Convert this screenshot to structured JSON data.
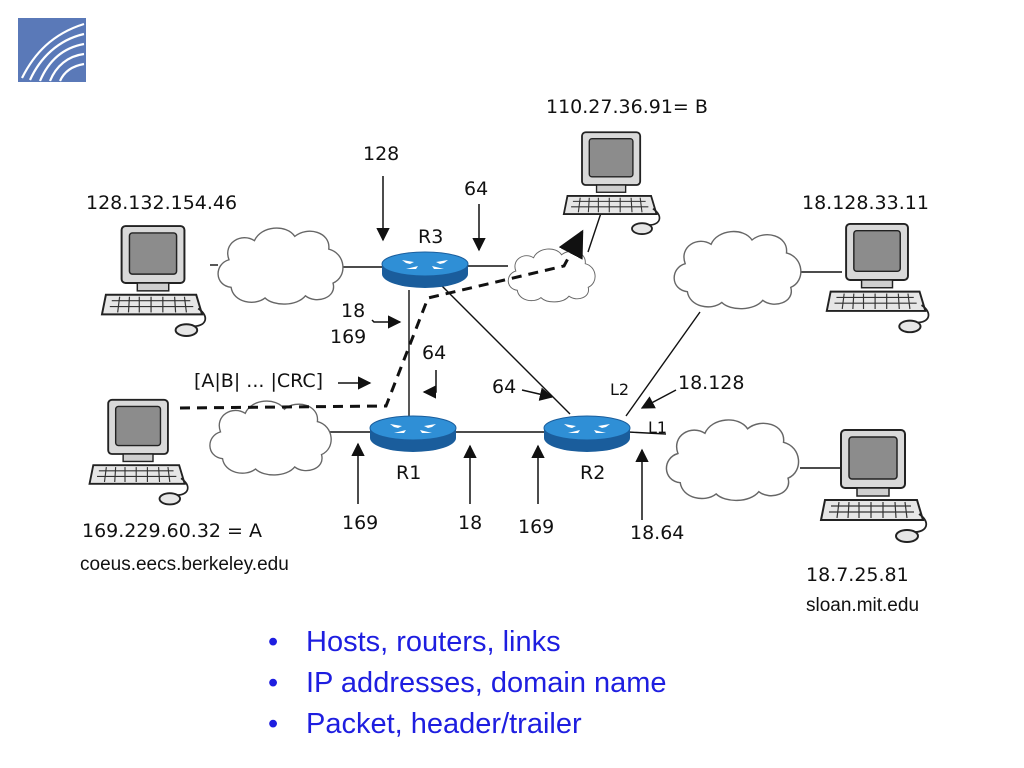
{
  "hosts": [
    {
      "id": "host-a",
      "address": "169.229.60.32 = A",
      "domain": "coeus.eecs.berkeley.edu"
    },
    {
      "id": "host-b",
      "address": "110.27.36.91= B",
      "domain": ""
    },
    {
      "id": "host-c",
      "address": "128.132.154.46",
      "domain": ""
    },
    {
      "id": "host-d",
      "address": "18.128.33.11",
      "domain": ""
    },
    {
      "id": "host-e",
      "address": "18.7.25.81",
      "domain": "sloan.mit.edu"
    }
  ],
  "routers": [
    {
      "id": "r1",
      "label": "R1"
    },
    {
      "id": "r2",
      "label": "R2"
    },
    {
      "id": "r3",
      "label": "R3"
    }
  ],
  "port_labels": [
    {
      "id": "r3-port-128",
      "text": "128"
    },
    {
      "id": "r3-port-64",
      "text": "64"
    },
    {
      "id": "r3-port-18",
      "text": "18"
    },
    {
      "id": "r3-port-169",
      "text": "169"
    },
    {
      "id": "r1-port-64",
      "text": "64"
    },
    {
      "id": "r2-port-64",
      "text": "64"
    },
    {
      "id": "r2-port-18-128",
      "text": "18.128"
    },
    {
      "id": "r1-port-169",
      "text": "169"
    },
    {
      "id": "r1-port-18",
      "text": "18"
    },
    {
      "id": "r2-port-169",
      "text": "169"
    },
    {
      "id": "r2-port-18-64",
      "text": "18.64"
    }
  ],
  "link_labels": [
    {
      "id": "link-l1",
      "text": "L1"
    },
    {
      "id": "link-l2",
      "text": "L2"
    }
  ],
  "packet": {
    "label": "[A|B| ... |CRC]"
  },
  "bullets": [
    "Hosts, routers, links",
    "IP addresses, domain name",
    "Packet, header/trailer"
  ],
  "colors": {
    "router_fill": "#2f8fd6",
    "router_dark": "#1a5d9c",
    "bullet_text": "#1e1ee0",
    "logo_bg": "#5a79b8"
  },
  "icons": [
    "logo-icon",
    "computer-icon",
    "cloud-icon",
    "router-icon",
    "arrow-icon"
  ]
}
